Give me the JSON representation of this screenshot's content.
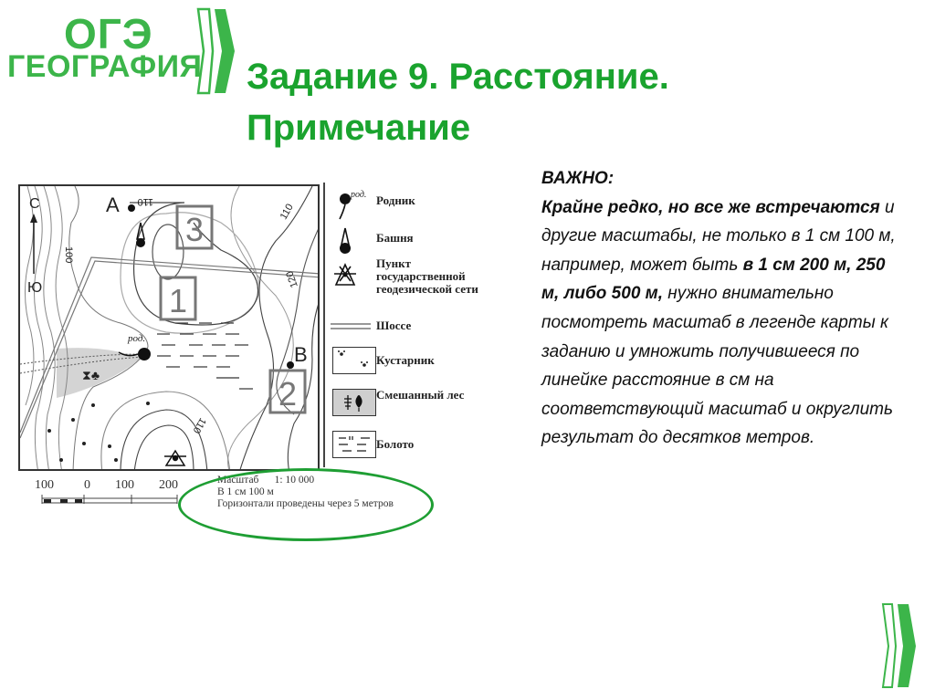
{
  "logo": {
    "line1": "ОГЭ",
    "line2": "ГЕОГРАФИЯ",
    "icon": "double-chevron-icon",
    "color": "#3cb54a"
  },
  "title": {
    "line1": "Задание 9. Расстояние.",
    "line2": "Примечание",
    "color": "#1aa32e"
  },
  "note": {
    "heading": "ВАЖНО:",
    "p1_bold": "Крайне редко, но все же встречаются",
    "p1_rest": " и другие масштабы, не только в 1 см 100 м, например, может быть ",
    "p2_bold": "в 1 см 200 м, 250 м, либо 500 м,",
    "p2_rest": " нужно внимательно посмотреть масштаб в легенде карты к заданию и умножить получившееся по линейке расстояние в см на соответствующий масштаб и округлить результат до десятков метров."
  },
  "map": {
    "compass": {
      "north": "С",
      "south": "Ю"
    },
    "points": {
      "a": "А",
      "b": "В"
    },
    "boxes": [
      "3",
      "1",
      "2"
    ],
    "contours": [
      "110",
      "100",
      "110",
      "120",
      "110"
    ],
    "spring_label": "род."
  },
  "legend": {
    "items": [
      {
        "icon": "spring-icon",
        "label": "Родник",
        "sub": "род."
      },
      {
        "icon": "tower-icon",
        "label": "Башня"
      },
      {
        "icon": "geodetic-point-icon",
        "label": "Пункт государственной геодезической сети"
      },
      {
        "icon": "highway-icon",
        "label": "Шоссе"
      },
      {
        "icon": "shrub-icon",
        "label": "Кустарник"
      },
      {
        "icon": "mixed-forest-icon",
        "label": "Смешанный лес"
      },
      {
        "icon": "swamp-icon",
        "label": "Болото"
      }
    ]
  },
  "scale_bar": {
    "ticks": [
      "100",
      "0",
      "100",
      "200"
    ]
  },
  "scale_info": {
    "line1": "Масштаб      1: 10 000",
    "line2": "В 1 см 100 м",
    "line3": "Горизонтали проведены через 5 метров",
    "highlight_color": "#1e9e33"
  },
  "corner_icon": "double-chevron-icon"
}
